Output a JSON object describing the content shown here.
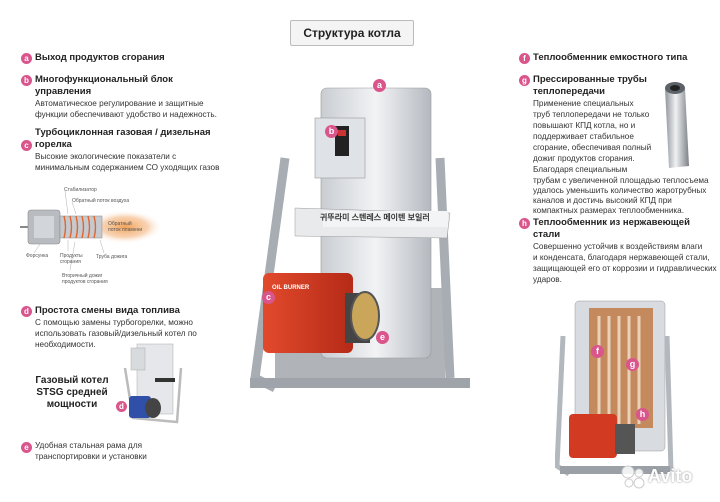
{
  "page_title": "Структура котла",
  "left": {
    "a": {
      "badge": "a",
      "title": "Выход продуктов сгорания"
    },
    "b": {
      "badge": "b",
      "title_1": "Многофункциональный блок",
      "title_2": "управления",
      "desc_1": "Автоматическое регулирование и защитные",
      "desc_2": "функции обеспечивают удобство и надежность."
    },
    "c": {
      "badge": "c",
      "title_1": "Турбоциклонная газовая / дизельная",
      "title_2": "горелка",
      "desc_1": "Высокие экологические показатели с",
      "desc_2": "минимальным содержанием СО уходящих газов"
    },
    "d": {
      "badge": "d",
      "title": "Простота смены вида топлива",
      "desc_1": "С помощью замены турбогорелки, можно",
      "desc_2": "использовать газовый/дизельный котел по",
      "desc_3": "необходимости."
    },
    "e": {
      "badge": "e",
      "desc_1": "Удобная стальная рама для",
      "desc_2": "транспортировки и установки"
    }
  },
  "burner_diagram": {
    "stabilizer": "Стабилизатор",
    "return_air": "Обратный поток воздуха",
    "reverse_flow_1": "Обратный",
    "reverse_flow_2": "поток пламени",
    "nozzle": "Форсунка",
    "combustion_1": "Продукты",
    "combustion_2": "сгорания",
    "tube": "Труба дожига",
    "secondary_1": "Вторичный дожиг",
    "secondary_2": "продуктов сгорания"
  },
  "small_boiler": {
    "label_1": "Газовый котел",
    "label_2": "STSG средней",
    "label_3": "мощности",
    "badge": "d"
  },
  "right": {
    "f": {
      "badge": "f",
      "title": "Теплообменник емкостного типа"
    },
    "g": {
      "badge": "g",
      "title_1": "Прессированные трубы",
      "title_2": "теплопередачи",
      "desc_1": "Применение специальных",
      "desc_2": "труб теплопередачи не только",
      "desc_3": "повышают КПД котла, но и",
      "desc_4": "поддерживает стабильное",
      "desc_5": "сгорание, обеспечивая полный",
      "desc_6": "дожиг продуктов сгорания.",
      "desc_7": "Благодаря специальным",
      "desc_8": "трубам с увеличенной площадью теплосъема",
      "desc_9": "удалось уменьшить количество жаротрубных",
      "desc_10": "каналов и достичь высокий  КПД  при",
      "desc_11": "компактных размерах теплообменника."
    },
    "h": {
      "badge": "h",
      "title_1": "Теплообменник из нержавеющей",
      "title_2": "стали",
      "desc_1": "Совершенно устойчив к воздействиям влаги",
      "desc_2": "и конденсата, благодаря  нержавеющей стали,",
      "desc_3": "защищающей его от коррозии и гидравлических",
      "desc_4": "ударов."
    }
  },
  "main_boiler": {
    "brand_text": "귀뚜라미 스텐레스 메이텐 보일러",
    "burner_brand": "OIL BURNER"
  },
  "cutaway_badges": [
    "f",
    "g",
    "h"
  ],
  "watermark": "Avito",
  "colors": {
    "badge": "#d9558b",
    "burner_red": "#d23a22"
  }
}
